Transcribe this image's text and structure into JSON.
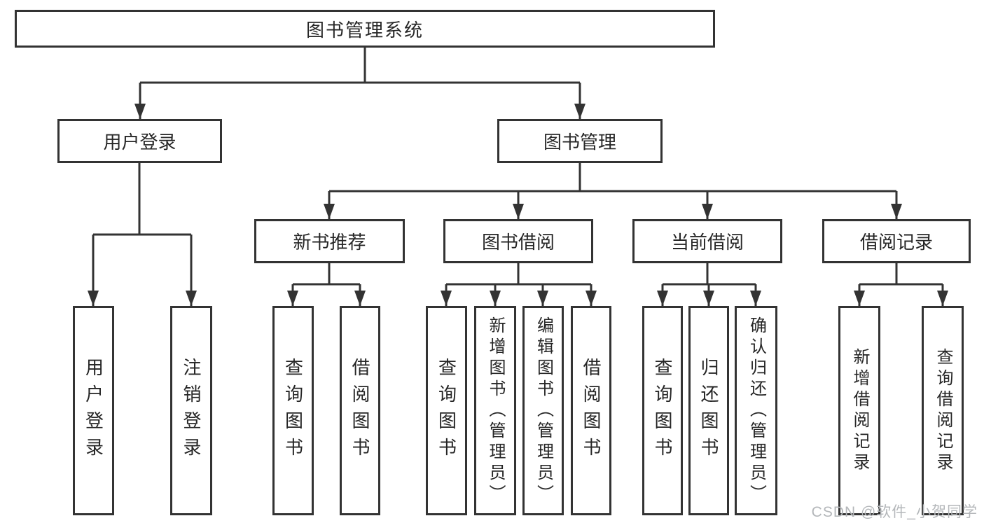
{
  "tree": {
    "root": {
      "label": "图书管理系统"
    },
    "branches": [
      {
        "label": "用户登录",
        "children": [
          {
            "label": "用户登录"
          },
          {
            "label": "注销登录"
          }
        ]
      },
      {
        "label": "图书管理",
        "children": [
          {
            "label": "新书推荐",
            "children": [
              {
                "label": "查询图书"
              },
              {
                "label": "借阅图书"
              }
            ]
          },
          {
            "label": "图书借阅",
            "children": [
              {
                "label": "查询图书"
              },
              {
                "label": "新增图书（管理员）"
              },
              {
                "label": "编辑图书（管理员）"
              },
              {
                "label": "借阅图书"
              }
            ]
          },
          {
            "label": "当前借阅",
            "children": [
              {
                "label": "查询图书"
              },
              {
                "label": "归还图书"
              },
              {
                "label": "确认归还（管理员）"
              }
            ]
          },
          {
            "label": "借阅记录",
            "children": [
              {
                "label": "新增借阅记录"
              },
              {
                "label": "查询借阅记录"
              }
            ]
          }
        ]
      }
    ]
  },
  "watermark": {
    "text": "CSDN @软件_小贺同学"
  },
  "colors": {
    "line": "#333333",
    "box-border": "#333333",
    "text": "#262626",
    "watermark": "#b4b7ba",
    "background": "#ffffff"
  }
}
